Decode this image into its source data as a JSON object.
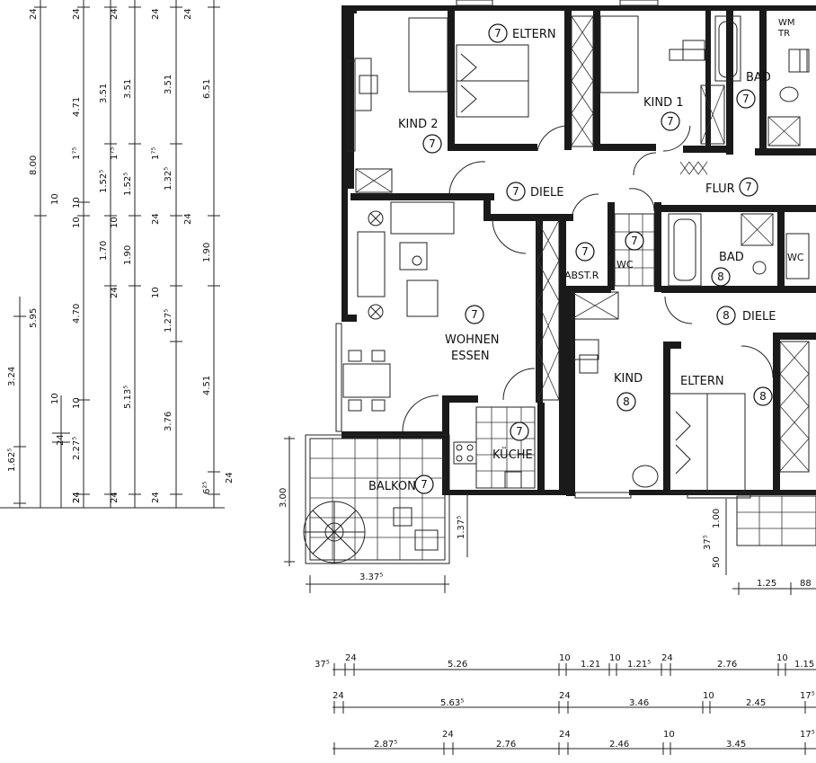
{
  "rooms": {
    "kind2": {
      "label": "KIND 2",
      "num": "7"
    },
    "eltern7": {
      "label": "ELTERN",
      "num": "7"
    },
    "kind1": {
      "label": "KIND 1",
      "num": "7"
    },
    "bad7": {
      "label": "BAD",
      "num": "7"
    },
    "wmtr": {
      "label1": "WM",
      "label2": "TR"
    },
    "diele7": {
      "label": "DIELE",
      "num": "7"
    },
    "flur7": {
      "label": "FLUR",
      "num": "7"
    },
    "abst7": {
      "label": "ABST.R",
      "num": "7"
    },
    "wc7": {
      "label": "WC",
      "num": "7"
    },
    "bad8": {
      "label": "BAD",
      "num": "8"
    },
    "wc8": {
      "label": "WC"
    },
    "diele8": {
      "label": "DIELE",
      "num": "8"
    },
    "wohnen7": {
      "label1": "WOHNEN",
      "label2": "ESSEN",
      "num": "7"
    },
    "kueche7": {
      "label": "KÜCHE",
      "num": "7"
    },
    "kind8": {
      "label": "KIND",
      "num": "8"
    },
    "eltern8": {
      "label": "ELTERN",
      "num": "8"
    },
    "balkon7": {
      "label": "BALKON",
      "num": "7"
    }
  },
  "dims_left": {
    "col1": [
      "1.62⁵",
      "3.24"
    ],
    "col2": [
      "8.00",
      "5.95"
    ],
    "col3": [
      "10",
      "2.27⁵",
      "24"
    ],
    "col4": [
      "4.71",
      "10",
      "4.70",
      "10",
      "24"
    ],
    "col5": [
      "3.51",
      "1.52⁵",
      "1.70",
      "24",
      "5.13⁵",
      "24"
    ],
    "col6": [
      "3.51",
      "1.52⁵",
      "24",
      "1.90",
      "10",
      "3.76",
      "24"
    ],
    "col7": [
      "3.51",
      "1.32⁵",
      "10",
      "1.27⁵",
      "24",
      "10",
      "24"
    ],
    "col8": [
      "6.51",
      "24",
      "1.90",
      "4.51",
      "6²⁵",
      "24"
    ],
    "top": [
      "24",
      "24",
      "24",
      "24",
      "1⁷⁵",
      "1⁷⁵",
      "1⁷⁵",
      "1⁷⁵"
    ]
  },
  "dims_balcony": {
    "w": "3.37⁵",
    "h": "3.00",
    "d": "1.37⁵"
  },
  "dims_right": {
    "a": "1.00",
    "b": "50",
    "c": "37⁵",
    "d": "1.25",
    "e": "88"
  },
  "dims_bottom": {
    "row1": [
      "37⁵",
      "24",
      "5.26",
      "10",
      "1.21",
      "10",
      "1.21⁵",
      "24",
      "2.76",
      "10",
      "1.15"
    ],
    "row2": [
      "24",
      "5.63⁵",
      "24",
      "3.46",
      "10",
      "2.45",
      "17⁵"
    ],
    "row3": [
      "2.87⁵",
      "24",
      "2.76",
      "24",
      "2.46",
      "10",
      "3.45",
      "17⁵"
    ]
  }
}
